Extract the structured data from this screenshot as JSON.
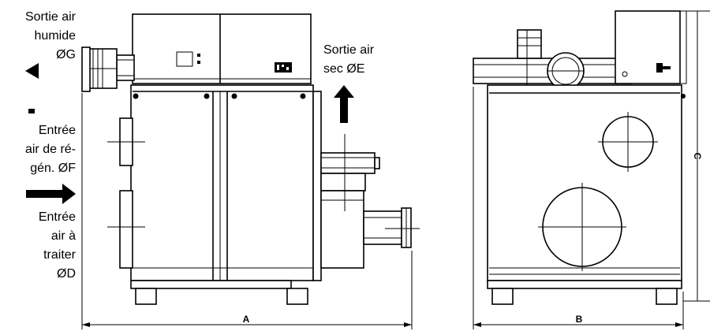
{
  "labels": {
    "sortie_humide": [
      "Sortie air",
      "humide",
      "ØG"
    ],
    "entree_regen": [
      "Entrée",
      "air de ré-",
      "gén. ØF"
    ],
    "entree_traiter": [
      "Entrée",
      "air à",
      "traiter",
      "ØD"
    ],
    "sortie_sec": [
      "Sortie air",
      "sec ØE"
    ]
  },
  "dimensions": {
    "a": "A",
    "b": "B",
    "c": "C"
  },
  "icons": {
    "arrow_left": "arrow-left-icon",
    "arrow_up": "arrow-up-icon",
    "arrow_right": "arrow-right-icon",
    "square_marker": "square-marker-icon"
  }
}
